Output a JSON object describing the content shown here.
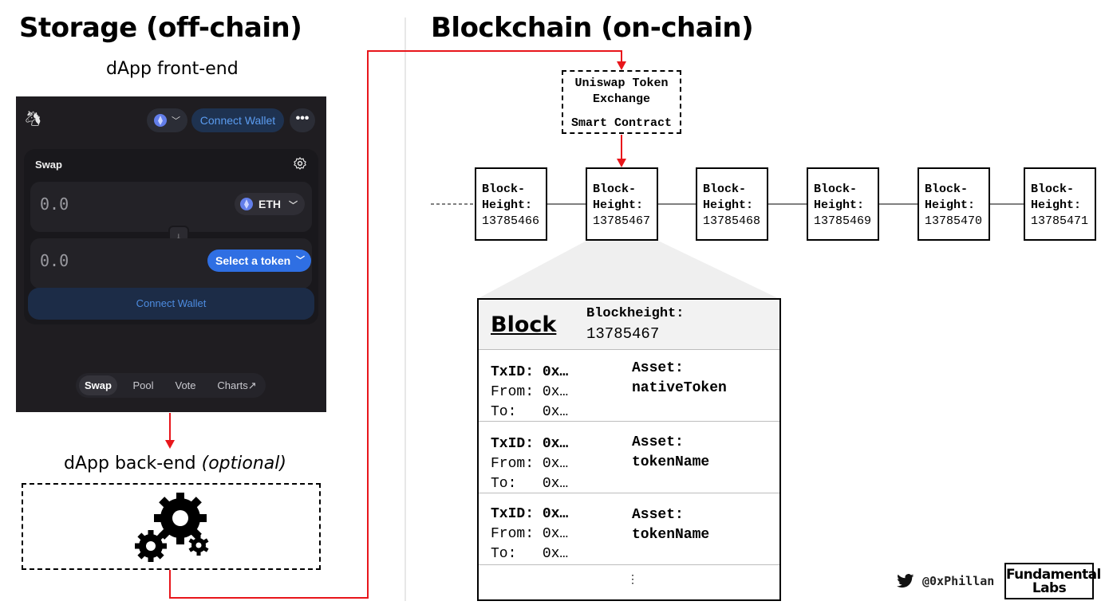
{
  "headings": {
    "offchain": "Storage (off-chain)",
    "onchain": "Blockchain (on-chain)"
  },
  "frontend_label": "dApp front-end",
  "backend_label": {
    "main": "dApp back-end",
    "note": "(optional)"
  },
  "dapp": {
    "connect_wallet_top": "Connect Wallet",
    "more": "•••",
    "swap_title": "Swap",
    "amount_in": "0.0",
    "token_in": "ETH",
    "amount_out": "0.0",
    "select_token": "Select a token",
    "connect_wallet": "Connect Wallet",
    "nav": [
      "Swap",
      "Pool",
      "Vote",
      "Charts↗"
    ]
  },
  "contract": {
    "line1": "Uniswap Token",
    "line2": "Exchange",
    "line3": "Smart Contract"
  },
  "blocks": [
    {
      "l1": "Block-",
      "l2": "Height:",
      "value": "13785466"
    },
    {
      "l1": "Block-",
      "l2": "Height:",
      "value": "13785467"
    },
    {
      "l1": "Block-",
      "l2": "Height:",
      "value": "13785468"
    },
    {
      "l1": "Block-",
      "l2": "Height:",
      "value": "13785469"
    },
    {
      "l1": "Block-",
      "l2": "Height:",
      "value": "13785470"
    },
    {
      "l1": "Block-",
      "l2": "Height:",
      "value": "13785471"
    }
  ],
  "block_detail": {
    "title": "Block",
    "height_label": "Blockheight:",
    "height_value": "13785467",
    "transactions": [
      {
        "txid_label": "TxID:",
        "txid": "0x…",
        "from_label": "From:",
        "from": "0x…",
        "to_label": "To:",
        "to": "0x…",
        "asset_label": "Asset:",
        "asset": "nativeToken"
      },
      {
        "txid_label": "TxID:",
        "txid": "0x…",
        "from_label": "From:",
        "from": "0x…",
        "to_label": "To:",
        "to": "0x…",
        "asset_label": "Asset:",
        "asset": "tokenName"
      },
      {
        "txid_label": "TxID:",
        "txid": "0x…",
        "from_label": "From:",
        "from": "0x…",
        "to_label": "To:",
        "to": "0x…",
        "asset_label": "Asset:",
        "asset": "tokenName"
      }
    ],
    "more": "⋮"
  },
  "footer": {
    "handle": "@0xPhillan",
    "brand_line1": "Fundamental",
    "brand_line2": "Labs"
  },
  "colors": {
    "arrow": "#e8161b",
    "app_bg": "#1f1d21",
    "accent_blue": "#2f6fe3"
  }
}
